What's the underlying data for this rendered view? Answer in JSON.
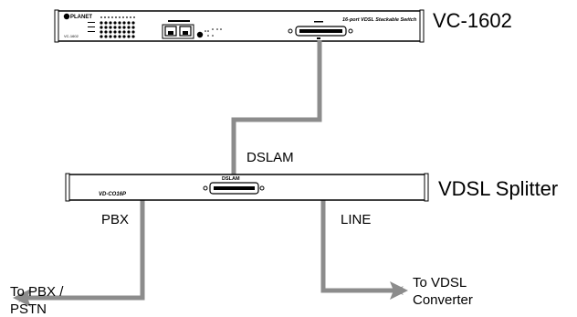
{
  "switch": {
    "model_title": "VC-1602",
    "brand": "PLANET",
    "panel_model": "VC-1602",
    "description": "16-port VDSL Stackable Switch"
  },
  "splitter": {
    "title": "VDSL Splitter",
    "panel_model": "VD-CO16P",
    "connector_label": "DSLAM"
  },
  "links": {
    "dslam": "DSLAM",
    "pbx": "PBX",
    "line": "LINE"
  },
  "destinations": {
    "left_line1": "To PBX /",
    "left_line2": "PSTN",
    "right_line1": "To VDSL",
    "right_line2": "Converter"
  },
  "colors": {
    "cable": "#8c8c8c",
    "outline": "#000000"
  }
}
